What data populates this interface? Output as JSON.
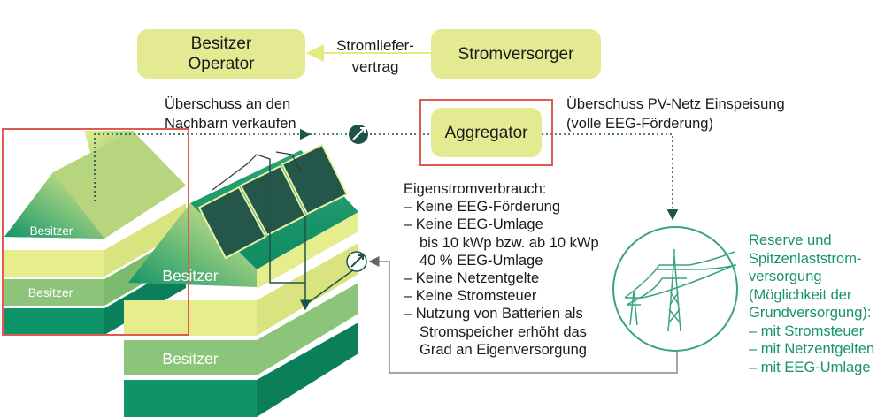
{
  "boxes": {
    "owner_operator": [
      "Besitzer",
      "Operator"
    ],
    "supplier": "Stromversorger",
    "aggregator": "Aggregator"
  },
  "contract_label": [
    "Stromliefer-",
    "vertrag"
  ],
  "sell_neighbor": [
    "Überschuss an den",
    "Nachbarn verkaufen"
  ],
  "pv_feed": [
    "Überschuss PV-Netz Einspeisung",
    "(volle EEG-Förderung)"
  ],
  "self_consumption": {
    "title": "Eigenstromverbrauch:",
    "items": [
      "– Keine EEG-Förderung",
      "– Keine EEG-Umlage",
      "   bis 10 kWp bzw. ab 10 kWp",
      "   40 % EEG-Umlage",
      "– Keine Netzentgelte",
      "– Keine Stromsteuer",
      "– Nutzung von Batterien als",
      "   Stromspeicher erhöht das",
      "   Grad an Eigenversorgung"
    ]
  },
  "grid_reserve": [
    "Reserve und",
    "Spitzenlaststrom-",
    "versorgung",
    "(Möglichkeit der",
    "Grundversorgung):",
    "– mit Stromsteuer",
    "– mit Netzentgelten",
    "– mit EEG-Umlage"
  ],
  "building_labels": {
    "left_top": "Besitzer",
    "left_mid": "Besitzer",
    "right_roof": "Besitzer",
    "right_floor": "Besitzer"
  },
  "colors": {
    "box_fill": "#e4ea92",
    "yellow": "#e6ed8c",
    "light_green": "#8cc57a",
    "dark_green": "#0f9468",
    "panel": "#24574a",
    "highlight_frame": "#e05a4f",
    "connector": "#555555"
  }
}
